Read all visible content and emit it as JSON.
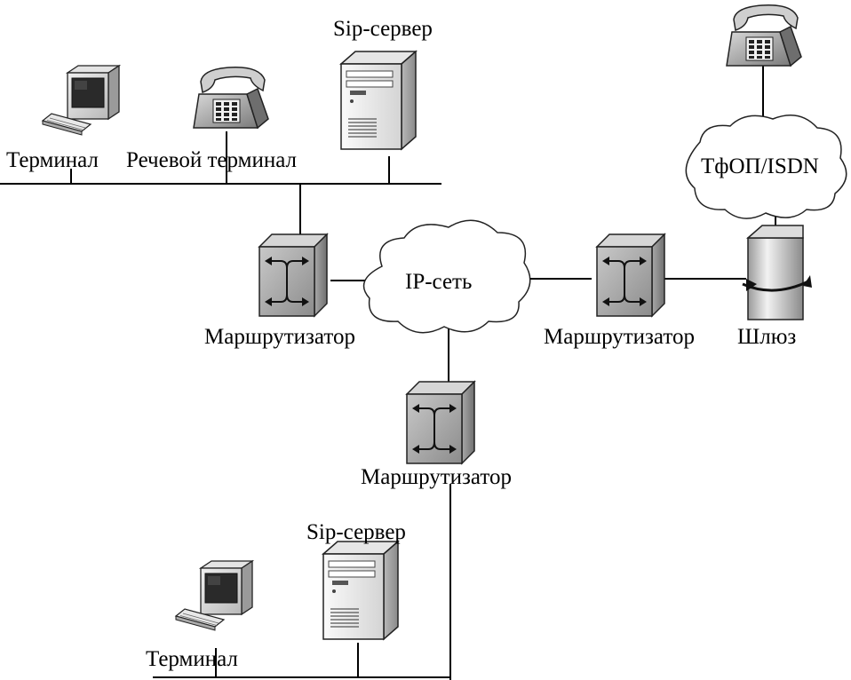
{
  "labels": {
    "sip_server_top": "Sip-сервер",
    "terminal_top": "Терминал",
    "voice_terminal": "Речевой терминал",
    "pstn_isdn": "ТфОП/ISDN",
    "ip_network": "IP-сеть",
    "router_left": "Маршрутизатор",
    "router_right": "Маршрутизатор",
    "router_bottom": "Маршрутизатор",
    "gateway": "Шлюз",
    "sip_server_bottom": "Sip-сервер",
    "terminal_bottom": "Терминал"
  },
  "icons": {
    "computer": "computer-terminal-icon",
    "phone": "desk-phone-icon",
    "server": "tower-server-icon",
    "router": "router-icon",
    "gateway": "gateway-icon",
    "cloud": "cloud-icon"
  }
}
